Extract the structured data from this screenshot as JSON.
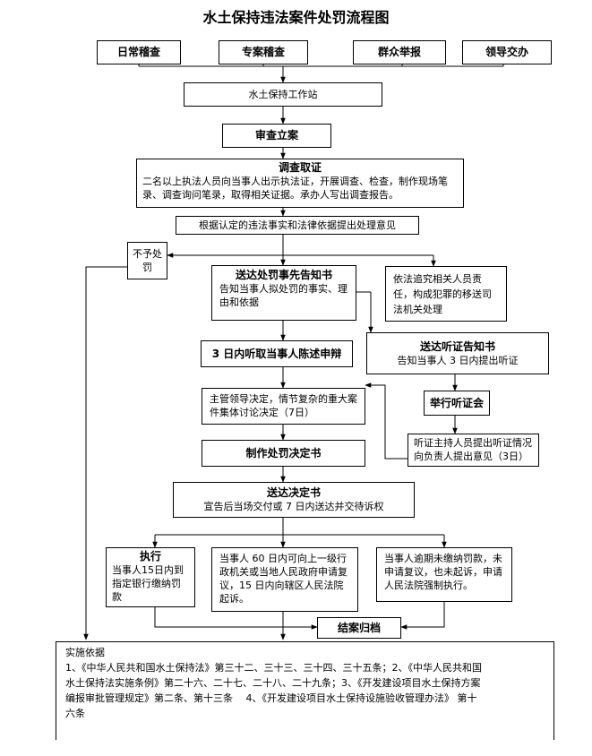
{
  "title": "水土保持违法案件处罚流程图",
  "sources": [
    "日常稽查",
    "专案稽查",
    "群众举报",
    "领导交办"
  ],
  "station": "水土保持工作站",
  "review": "审查立案",
  "investigate": {
    "title": "调查取证",
    "body": "二名以上执法人员向当事人出示执法证，开展调查、检查，制作现场笔录、调查询问笔录，取得相关证据。承办人写出调查报告。"
  },
  "opinion": "根据认定的违法事实和法律依据提出处理意见",
  "no_penalty": "不予处罚",
  "notice": {
    "title": "送达处罚事先告知书",
    "body": "告知当事人拟处罚的事实、理由和依据"
  },
  "criminal": "依法追究相关人员责任，构成犯罪的移送司法机关处理",
  "statement": "3 日内听取当事人陈述申辩",
  "hearing_notice": {
    "title": "送达听证告知书",
    "body": "告知当事人 3 日内提出听证"
  },
  "hearing": "举行听证会",
  "decision": "主管领导决定，情节复杂的重大案件集体讨论决定（7日）",
  "hearing_report": "听证主持人员提出听证情况向负责人提出意见（3日）",
  "make_decision": "制作处罚决定书",
  "deliver": {
    "title": "送达决定书",
    "body": "宣告后当场交付或 7 日内送达并交待诉权"
  },
  "execute": {
    "title": "执行",
    "body": "当事人15日内到指定银行缴纳罚款"
  },
  "appeal": "当事人 60 日内可向上一级行政机关或当地人民政府申请复议，15 日内向辖区人民法院起诉。",
  "enforce": "当事人逾期未缴纳罚款，未申请复议，也未起诉，申请人民法院强制执行。",
  "close": "结案归档",
  "basis": {
    "heading": "实施依据",
    "lines": [
      "1、《中华人民共和国水土保持法》第三十二、三十三、三十四、三十五条；2、《中华人民共和国",
      "水土保持法实施条例》第二十六、二十七、二十八、二十九条；3、《开发建设项目水土保持方案",
      "编报审批管理规定》第二条、第十三条　 4、《开发建设项目水土保持设施验收管理办法》 第十",
      "六条"
    ]
  }
}
